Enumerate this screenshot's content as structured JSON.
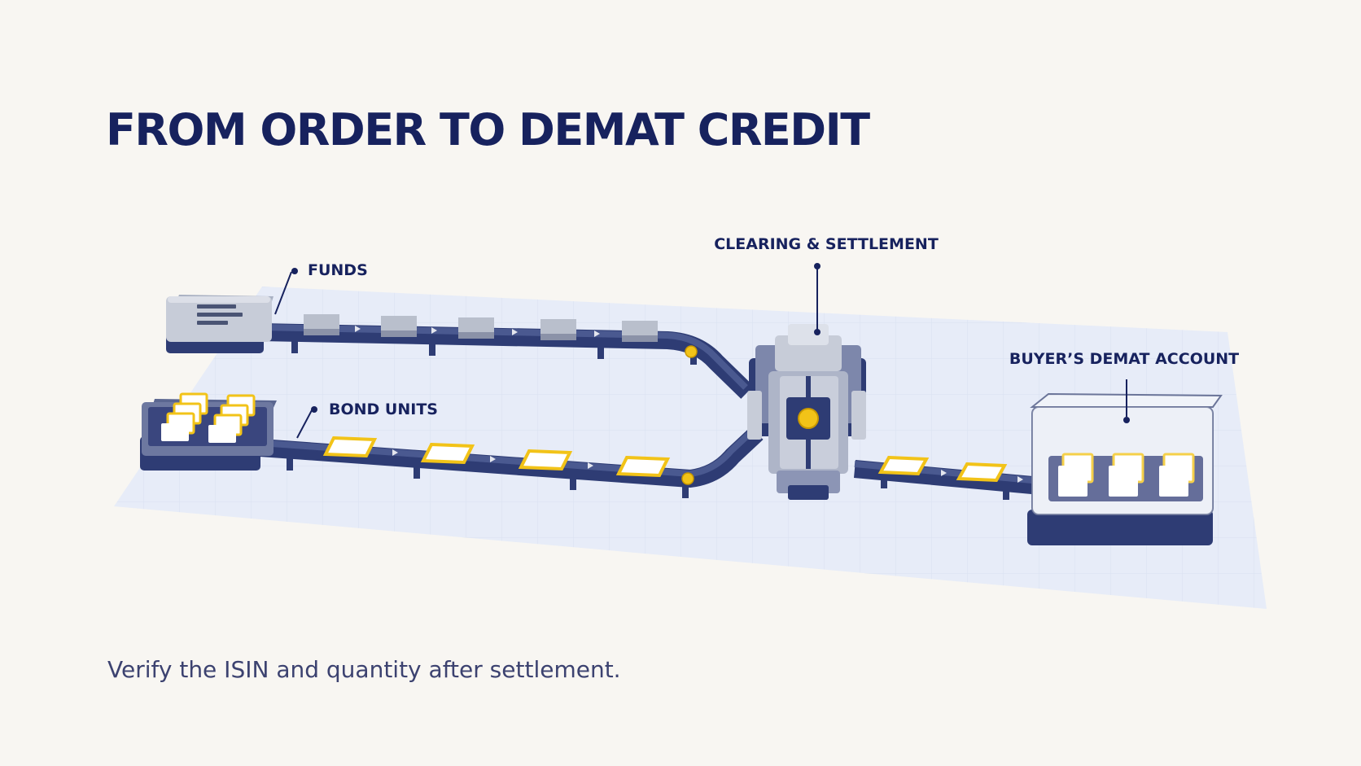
{
  "title": "FROM ORDER TO DEMAT CREDIT",
  "caption": "Verify the ISIN and quantity after settlement.",
  "labels": {
    "funds": "FUNDS",
    "bond_units": "BOND UNITS",
    "clearing": "CLEARING & SETTLEMENT",
    "demat": "BUYER’S DEMAT ACCOUNT"
  },
  "icons": [
    "document-icon",
    "bond-tray-icon",
    "clearing-house-icon",
    "demat-vault-icon"
  ],
  "colors": {
    "navy": "#17225e",
    "accent_yellow": "#f2c318",
    "platform": "#e4ebf8",
    "background": "#f8f6f2"
  }
}
